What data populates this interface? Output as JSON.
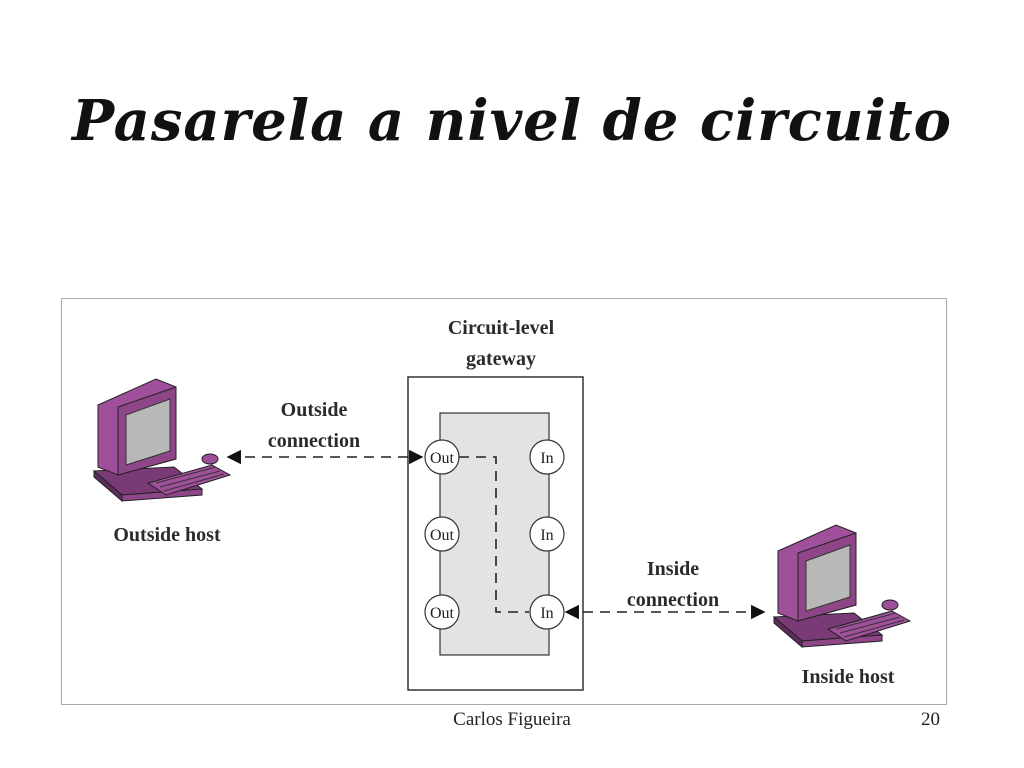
{
  "slide": {
    "title": "Pasarela a nivel de circuito",
    "footer_author": "Carlos Figueira",
    "page_number": "20"
  },
  "diagram": {
    "gateway_label_line1": "Circuit-level",
    "gateway_label_line2": "gateway",
    "outside_connection_line1": "Outside",
    "outside_connection_line2": "connection",
    "inside_connection_line1": "Inside",
    "inside_connection_line2": "connection",
    "outside_host_label": "Outside host",
    "inside_host_label": "Inside host",
    "out_ports": [
      "Out",
      "Out",
      "Out"
    ],
    "in_ports": [
      "In",
      "In",
      "In"
    ],
    "icons": {
      "outside_host": "computer-icon",
      "inside_host": "computer-icon"
    },
    "colors": {
      "computer": "#a0509a",
      "computer_dark": "#7a3a78",
      "screen": "#b8b8b8",
      "gateway_fill": "#e3e3e3",
      "line": "#222222"
    }
  }
}
